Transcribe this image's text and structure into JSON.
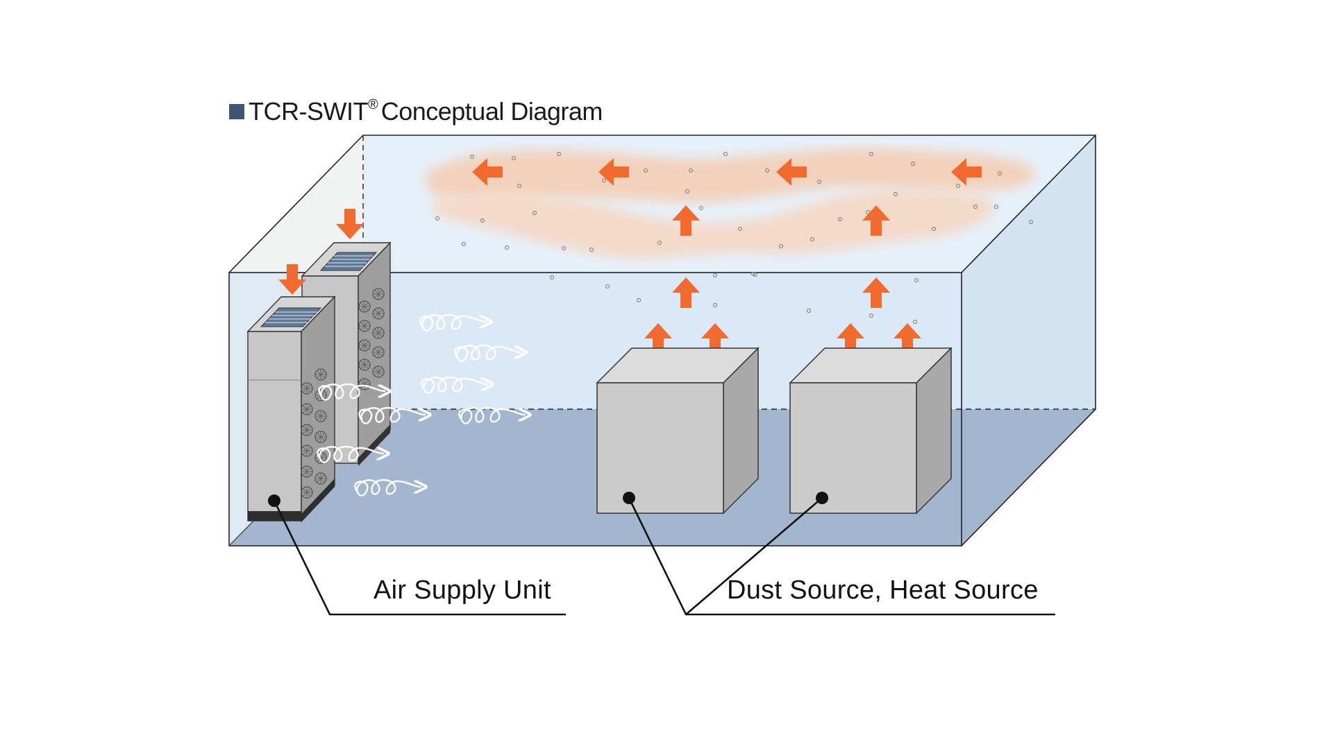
{
  "title": {
    "main": "TCR-SWIT",
    "registered": "®",
    "rest": "Conceptual Diagram"
  },
  "labels": {
    "air_supply_unit": "Air Supply Unit",
    "dust_heat_source": "Dust Source, Heat Source"
  },
  "colors": {
    "title_square": "#3d5674",
    "arrow": "#f26a2e",
    "floor": "#a2b6cf",
    "room_fill": "#dde9f5",
    "unit_grey": "#c9c9c9",
    "plume": "#f6c9ad"
  },
  "icons": [
    "up-arrow-icon",
    "left-arrow-icon",
    "down-arrow-icon",
    "swirl-icon",
    "fan-icon",
    "grille-icon"
  ]
}
